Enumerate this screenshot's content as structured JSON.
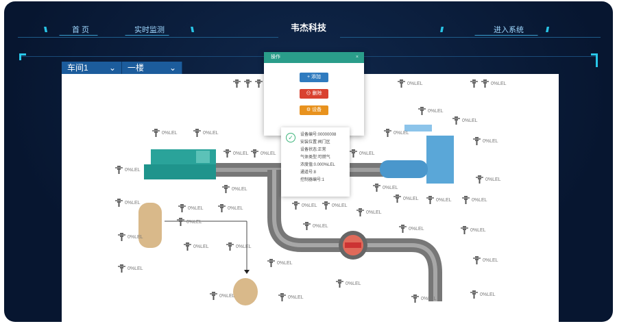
{
  "header": {
    "title": "韦杰科技",
    "nav_home": "首 页",
    "nav_monitor": "实时监测",
    "nav_enter": "进入系统"
  },
  "filters": {
    "workshop": "车间1",
    "floor": "一楼"
  },
  "colors": {
    "accent": "#29c6e8",
    "popup_header": "#2a9d8a",
    "btn_add": "#2f7bbf",
    "btn_delete": "#d9412f",
    "btn_settings": "#e8921e"
  },
  "popup": {
    "title": "操作",
    "close": "×",
    "add": "+ 添加",
    "delete": "⊖ 删除",
    "settings": "⚙ 设备"
  },
  "device_info": {
    "lines": [
      "设备编号:00000008",
      "安装位置:阀门区",
      "设备状态:正常",
      "气体类型:可燃气",
      "浓度值:0.000%LEL",
      "通道号:8",
      "控制器编号:1"
    ]
  },
  "sensor_reading": "0%LEL"
}
